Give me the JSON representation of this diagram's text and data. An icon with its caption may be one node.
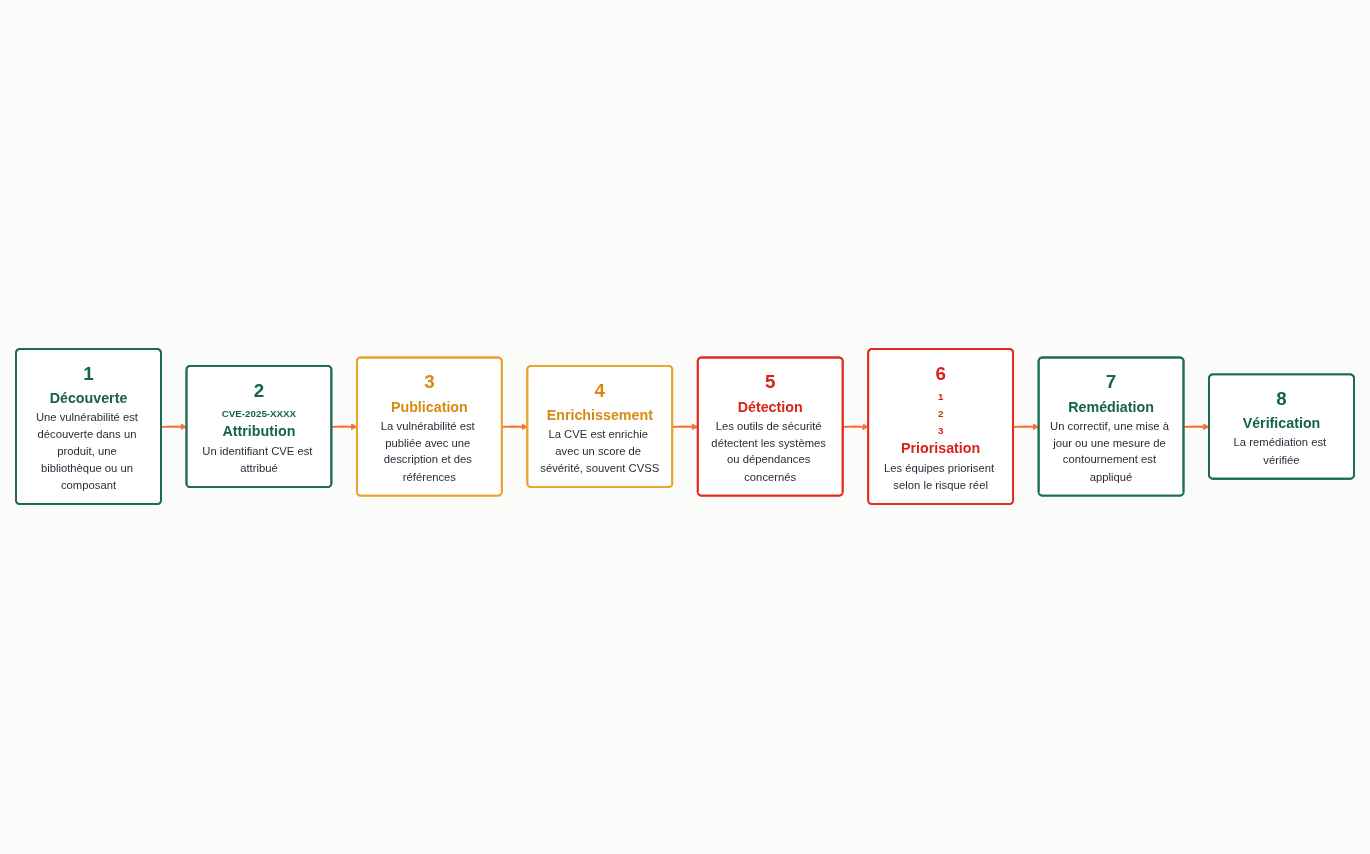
{
  "diagram": {
    "nodes": [
      {
        "text": [
          "1",
          "Découverte",
          "Une vulnérabilité est découverte dans un produit, une bibliothèque ou un composant"
        ]
      },
      {
        "text": [
          "2",
          "CVE-2025-XXXX",
          "Attribution",
          "Un identifiant CVE est attribué"
        ]
      },
      {
        "text": [
          "3",
          "Publication",
          "La vulnérabilité est publiée avec une description et des références"
        ]
      },
      {
        "text": [
          "4",
          "Enrichissement",
          "La CVE est enrichie avec un score de sévérité, souvent CVSS"
        ]
      },
      {
        "text": [
          "5",
          "Détection",
          "Les outils de sécurité détectent les systèmes ou dépendances concernés"
        ]
      },
      {
        "text": [
          "6",
          "1",
          "2",
          "3",
          "Priorisation",
          "Les équipes priorisent selon le risque réel"
        ]
      },
      {
        "text": [
          "7",
          "Remédiation",
          "Un correctif, une mise à jour ou une mesure de contournement est appliqué"
        ]
      },
      {
        "text": [
          "8",
          "Vérification",
          "La remédiation est vérifiée"
        ]
      }
    ],
    "edges": [
      {
        "from": 0,
        "to": 1,
        "arrow": "to"
      },
      {
        "from": 1,
        "to": 2,
        "arrow": "to"
      },
      {
        "from": 2,
        "to": 3,
        "arrow": "to"
      },
      {
        "from": 3,
        "to": 4,
        "arrow": "to"
      },
      {
        "from": 4,
        "to": 5,
        "arrow": "to"
      },
      {
        "from": 5,
        "to": 6,
        "arrow": "to"
      },
      {
        "from": 6,
        "to": 7,
        "arrow": "to"
      }
    ]
  }
}
